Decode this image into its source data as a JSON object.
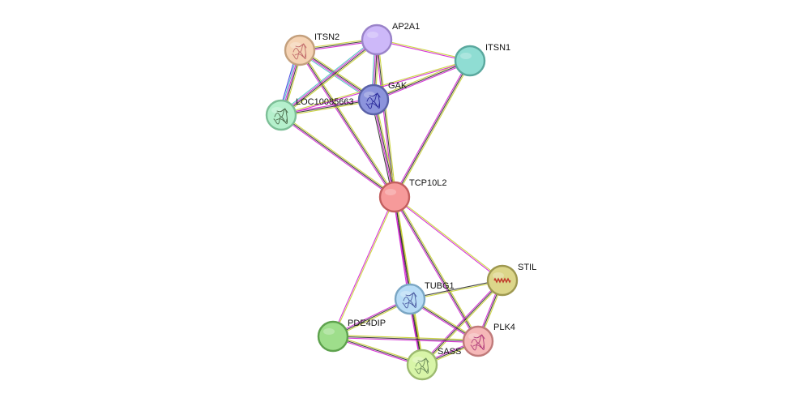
{
  "network": {
    "nodes": [
      {
        "id": "ITSN2",
        "label": "ITSN2",
        "fill": "#f5d3b4",
        "stroke": "#c4a07d",
        "icon": "protein-structure-icon",
        "icon_color": "#c06a6a"
      },
      {
        "id": "AP2A1",
        "label": "AP2A1",
        "fill": "#cdb8f9",
        "stroke": "#9a83c9",
        "icon": "none",
        "icon_color": ""
      },
      {
        "id": "ITSN1",
        "label": "ITSN1",
        "fill": "#8fddd3",
        "stroke": "#5aa89e",
        "icon": "none",
        "icon_color": ""
      },
      {
        "id": "GAK",
        "label": "GAK",
        "fill": "#8c94dc",
        "stroke": "#5a62a8",
        "icon": "protein-structure-icon",
        "icon_color": "#2a2a9a"
      },
      {
        "id": "LOC10085663",
        "label": "LOC10085663",
        "fill": "#b5f0cc",
        "stroke": "#7dbf97",
        "icon": "protein-structure-icon",
        "icon_color": "#4a6a4a"
      },
      {
        "id": "TCP10L2",
        "label": "TCP10L2",
        "fill": "#f69a9a",
        "stroke": "#c35f5f",
        "icon": "none",
        "icon_color": ""
      },
      {
        "id": "STIL",
        "label": "STIL",
        "fill": "#dcd68a",
        "stroke": "#9e9850",
        "icon": "helix-icon",
        "icon_color": "#c0392b"
      },
      {
        "id": "TUBG1",
        "label": "TUBG1",
        "fill": "#b8dcf6",
        "stroke": "#7aa6c4",
        "icon": "protein-structure-icon",
        "icon_color": "#4a5aa0"
      },
      {
        "id": "PDE4DIP",
        "label": "PDE4DIP",
        "fill": "#9ede8b",
        "stroke": "#5ea24e",
        "icon": "none",
        "icon_color": ""
      },
      {
        "id": "PLK4",
        "label": "PLK4",
        "fill": "#f5b8b8",
        "stroke": "#c07a7a",
        "icon": "protein-structure-icon",
        "icon_color": "#b03a7a"
      },
      {
        "id": "SASS",
        "label": "SASS",
        "fill": "#d8f5a8",
        "stroke": "#9dbb70",
        "icon": "protein-structure-icon",
        "icon_color": "#6a8a5a"
      }
    ],
    "edges": [
      {
        "source": "ITSN2",
        "target": "AP2A1",
        "colors": [
          "#c8d030",
          "#303030",
          "#d020d0"
        ]
      },
      {
        "source": "ITSN2",
        "target": "GAK",
        "colors": [
          "#c8d030",
          "#303030",
          "#d020d0",
          "#48c0c0"
        ]
      },
      {
        "source": "ITSN2",
        "target": "LOC10085663",
        "colors": [
          "#c8d030",
          "#303030",
          "#d020d0",
          "#48c0c0",
          "#3838e0"
        ]
      },
      {
        "source": "ITSN2",
        "target": "TCP10L2",
        "colors": [
          "#c8d030",
          "#303030",
          "#d020d0"
        ]
      },
      {
        "source": "AP2A1",
        "target": "GAK",
        "colors": [
          "#c8d030",
          "#303030",
          "#d020d0",
          "#48c0c0"
        ]
      },
      {
        "source": "AP2A1",
        "target": "LOC10085663",
        "colors": [
          "#c8d030",
          "#303030",
          "#d020d0",
          "#48c0c0"
        ]
      },
      {
        "source": "AP2A1",
        "target": "TCP10L2",
        "colors": [
          "#c8d030",
          "#303030",
          "#d020d0"
        ]
      },
      {
        "source": "AP2A1",
        "target": "ITSN1",
        "colors": [
          "#c8d030",
          "#d020d0"
        ]
      },
      {
        "source": "GAK",
        "target": "ITSN1",
        "colors": [
          "#c8d030",
          "#303030",
          "#d020d0"
        ]
      },
      {
        "source": "GAK",
        "target": "LOC10085663",
        "colors": [
          "#c8d030",
          "#303030",
          "#d020d0"
        ]
      },
      {
        "source": "GAK",
        "target": "TCP10L2",
        "colors": [
          "#c8d030",
          "#303030",
          "#d020d0",
          "#303030"
        ]
      },
      {
        "source": "LOC10085663",
        "target": "ITSN1",
        "colors": [
          "#c8d030",
          "#d020d0"
        ]
      },
      {
        "source": "LOC10085663",
        "target": "TCP10L2",
        "colors": [
          "#c8d030",
          "#303030",
          "#d020d0"
        ]
      },
      {
        "source": "ITSN1",
        "target": "TCP10L2",
        "colors": [
          "#c8d030",
          "#303030",
          "#d020d0"
        ]
      },
      {
        "source": "TCP10L2",
        "target": "STIL",
        "colors": [
          "#c8d030",
          "#d020d0"
        ]
      },
      {
        "source": "TCP10L2",
        "target": "TUBG1",
        "colors": [
          "#c8d030",
          "#303030",
          "#d020d0"
        ]
      },
      {
        "source": "TCP10L2",
        "target": "PDE4DIP",
        "colors": [
          "#c8d030",
          "#d020d0"
        ]
      },
      {
        "source": "TCP10L2",
        "target": "PLK4",
        "colors": [
          "#c8d030",
          "#303030",
          "#d020d0"
        ]
      },
      {
        "source": "TCP10L2",
        "target": "SASS",
        "colors": [
          "#c8d030",
          "#303030",
          "#d020d0"
        ]
      },
      {
        "source": "STIL",
        "target": "TUBG1",
        "colors": [
          "#c8d030",
          "#303030"
        ]
      },
      {
        "source": "STIL",
        "target": "PLK4",
        "colors": [
          "#c8d030",
          "#303030",
          "#d020d0"
        ]
      },
      {
        "source": "STIL",
        "target": "SASS",
        "colors": [
          "#c8d030",
          "#303030",
          "#d020d0"
        ]
      },
      {
        "source": "TUBG1",
        "target": "PDE4DIP",
        "colors": [
          "#c8d030",
          "#303030",
          "#d020d0"
        ]
      },
      {
        "source": "TUBG1",
        "target": "PLK4",
        "colors": [
          "#c8d030",
          "#303030",
          "#d020d0"
        ]
      },
      {
        "source": "TUBG1",
        "target": "SASS",
        "colors": [
          "#c8d030",
          "#303030",
          "#d020d0"
        ]
      },
      {
        "source": "PDE4DIP",
        "target": "PLK4",
        "colors": [
          "#c8d030",
          "#303030",
          "#d020d0"
        ]
      },
      {
        "source": "PDE4DIP",
        "target": "SASS",
        "colors": [
          "#c8d030",
          "#303030",
          "#d020d0"
        ]
      },
      {
        "source": "PLK4",
        "target": "SASS",
        "colors": [
          "#c8d030",
          "#303030",
          "#d020d0"
        ]
      }
    ]
  }
}
